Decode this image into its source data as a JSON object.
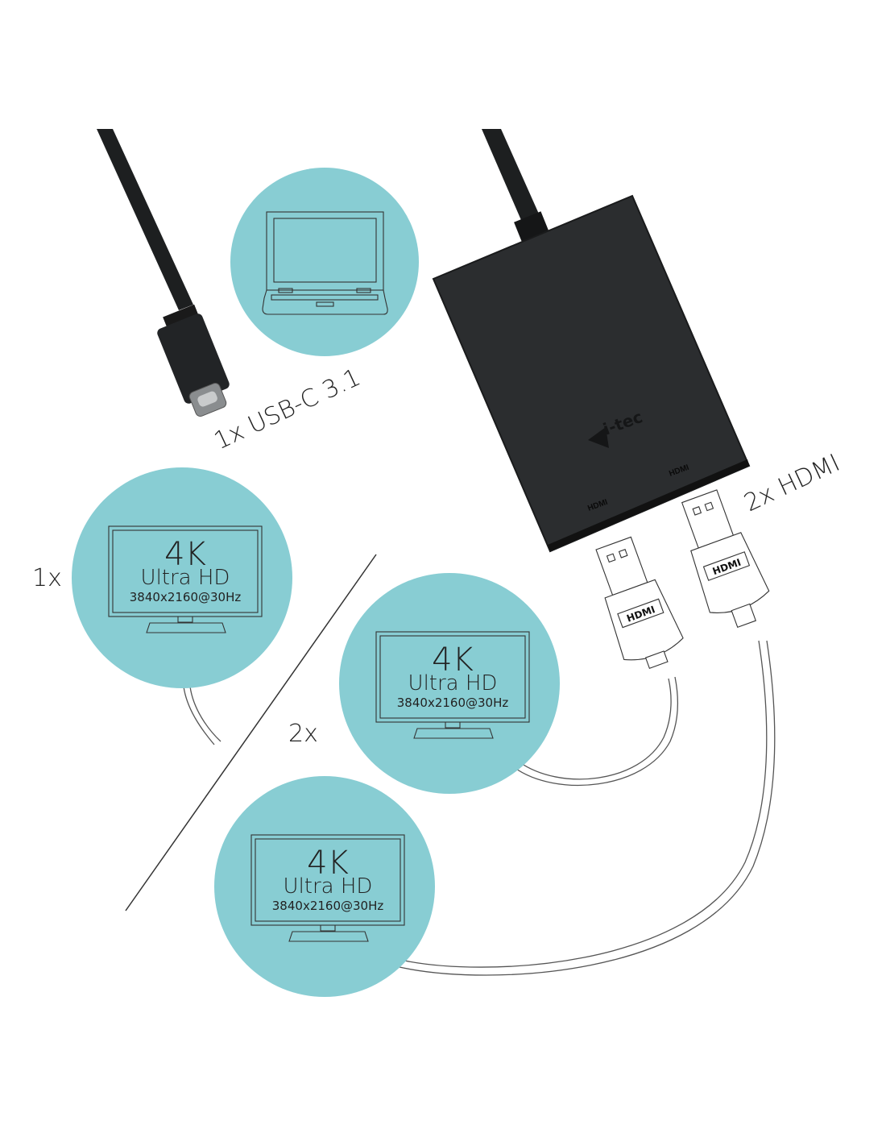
{
  "colors": {
    "circle": "#88cdd3",
    "device": "#2b2d2f",
    "line": "#333333"
  },
  "brand": "i-tec",
  "labels": {
    "usb": "1x USB-C 3.1",
    "hdmi": "2x HDMI",
    "single": "1x",
    "dual": "2x"
  },
  "ports": [
    "HDMI",
    "HDMI"
  ],
  "plug_logo": "HDMI",
  "monitors": [
    {
      "big": "4K",
      "mid": "Ultra HD",
      "small": "3840x2160@30Hz"
    },
    {
      "big": "4K",
      "mid": "Ultra HD",
      "small": "3840x2160@30Hz"
    },
    {
      "big": "4K",
      "mid": "Ultra HD",
      "small": "3840x2160@30Hz"
    }
  ]
}
